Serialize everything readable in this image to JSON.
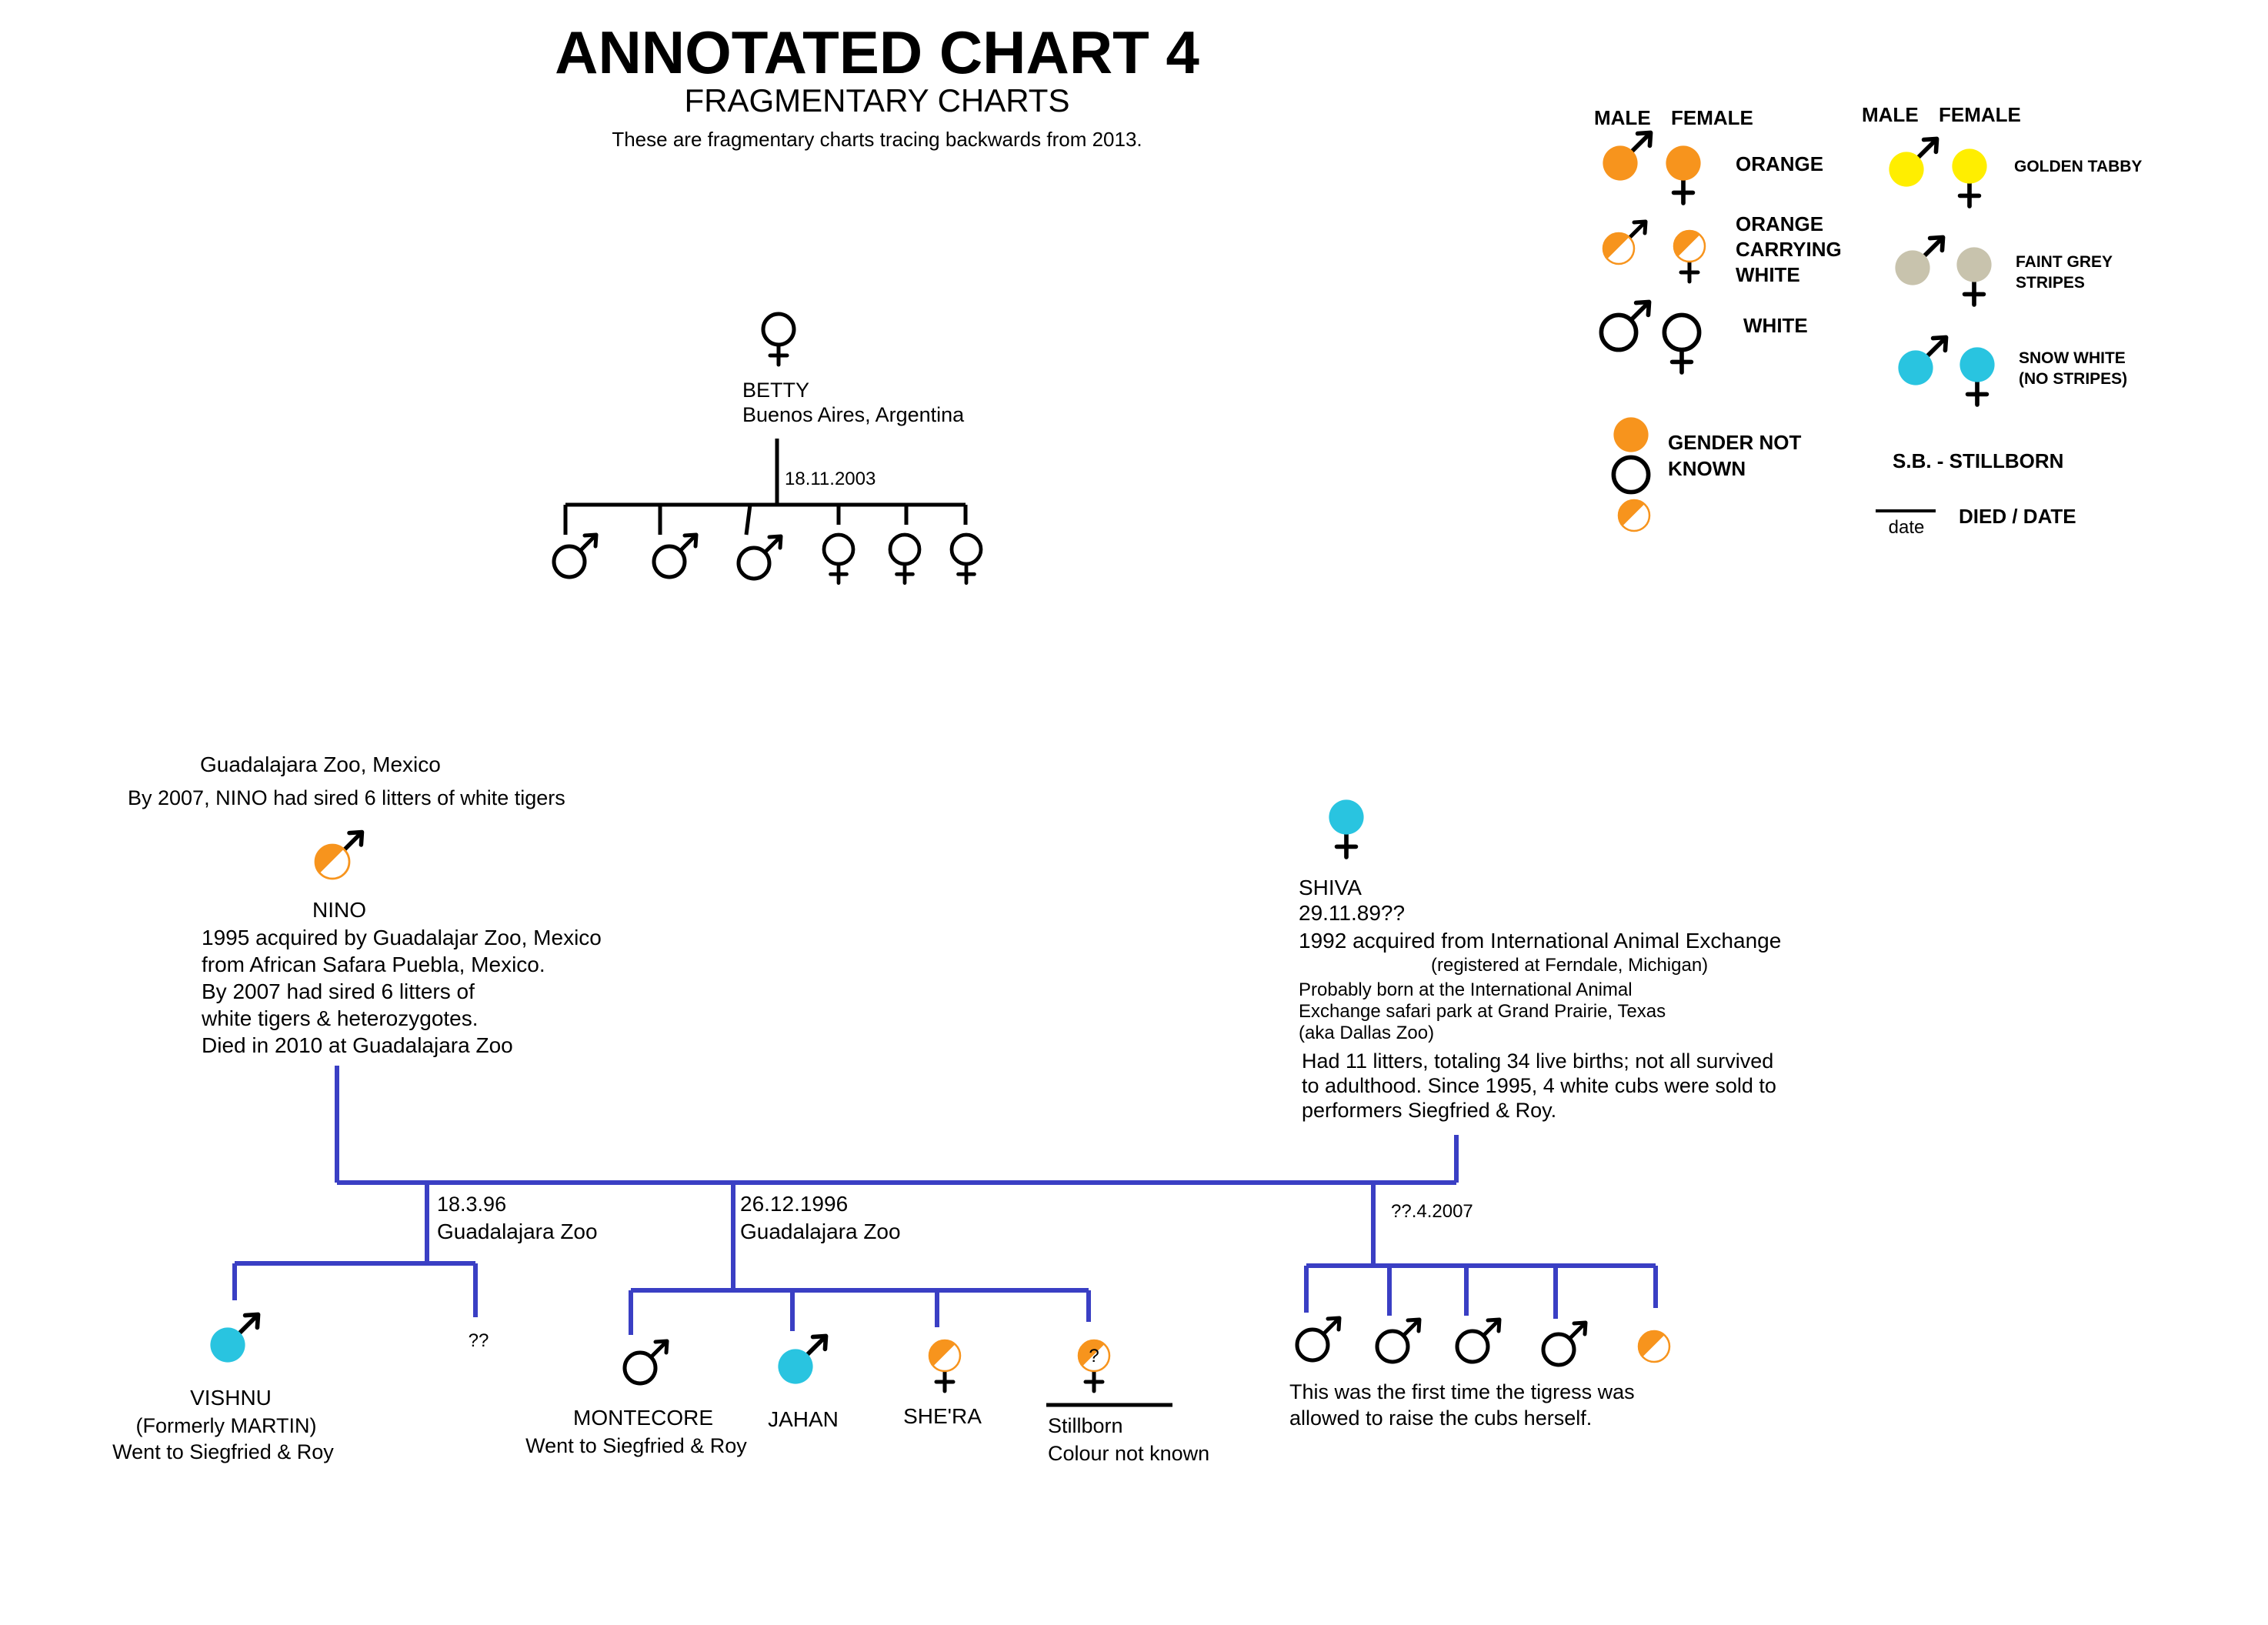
{
  "header": {
    "title": "ANNOTATED CHART 4",
    "subtitle": "FRAGMENTARY CHARTS",
    "description": "These are fragmentary charts tracing backwards from 2013."
  },
  "colors": {
    "orange": "#f7941d",
    "white_coat": "#ffffff",
    "golden_tabby": "#ffee00",
    "faint_grey": "#c8c3ad",
    "snow_white": "#29c4e0",
    "blue_line": "#3a3fc4",
    "black_line": "#000000"
  },
  "legend": {
    "male_header_1": "MALE",
    "female_header_1": "FEMALE",
    "male_header_2": "MALE",
    "female_header_2": "FEMALE",
    "orange": "ORANGE",
    "orange_carrying_white": [
      "ORANGE",
      "CARRYING",
      "WHITE"
    ],
    "white": "WHITE",
    "golden_tabby": "GOLDEN TABBY",
    "faint_grey_stripes": [
      "FAINT GREY",
      "STRIPES"
    ],
    "snow_white": [
      "SNOW WHITE",
      "(NO STRIPES)"
    ],
    "gender_not_known": [
      "GENDER NOT",
      "KNOWN"
    ],
    "stillborn": "S.B.  - STILLBORN",
    "died_date_small": "date",
    "died_date": "DIED / DATE"
  },
  "betty": {
    "name": "BETTY",
    "location": "Buenos Aires, Argentina",
    "litter_date": "18.11.2003",
    "cubs": [
      "male",
      "male",
      "male",
      "female",
      "female",
      "female"
    ]
  },
  "nino": {
    "header_location": "Guadalajara Zoo, Mexico",
    "header_note": "By 2007, NINO had sired 6 litters of white tigers",
    "name": "NINO",
    "details": [
      "1995 acquired by Guadalajar Zoo, Mexico",
      "from African Safara Puebla, Mexico.",
      "By 2007 had sired 6 litters of",
      "white tigers & heterozygotes.",
      "Died in 2010 at Guadalajara Zoo"
    ]
  },
  "shiva": {
    "name": "SHIVA",
    "birth": "29.11.89??",
    "acquired": "1992 acquired from International Animal Exchange",
    "registered": "(registered at Ferndale, Michigan)",
    "born_info": [
      "Probably born at the International Animal",
      "Exchange safari park at Grand Prairie, Texas",
      "(aka Dallas Zoo)"
    ],
    "litters_info": [
      "Had 11 litters, totaling 34 live births; not all survived",
      "to adulthood.  Since 1995, 4 white cubs were sold to",
      "performers Siegfried & Roy."
    ]
  },
  "litters": {
    "first": {
      "date": "18.3.96",
      "place": "Guadalajara Zoo"
    },
    "second": {
      "date": "26.12.1996",
      "place": "Guadalajara Zoo"
    },
    "third": {
      "date": "??.4.2007",
      "note": [
        "This was the first time the tigress was",
        "allowed to raise the cubs herself."
      ]
    }
  },
  "cubs": {
    "vishnu": {
      "name": "VISHNU",
      "former": "(Formerly MARTIN)",
      "fate": "Went to Siegfried & Roy"
    },
    "unknown": {
      "label": "??"
    },
    "montecore": {
      "name": "MONTECORE",
      "fate": "Went to Siegfried & Roy"
    },
    "jahan": {
      "name": "JAHAN"
    },
    "shera": {
      "name": "SHE'RA"
    },
    "stillborn": {
      "mark": "?",
      "line1": "Stillborn",
      "line2": "Colour not known"
    }
  }
}
